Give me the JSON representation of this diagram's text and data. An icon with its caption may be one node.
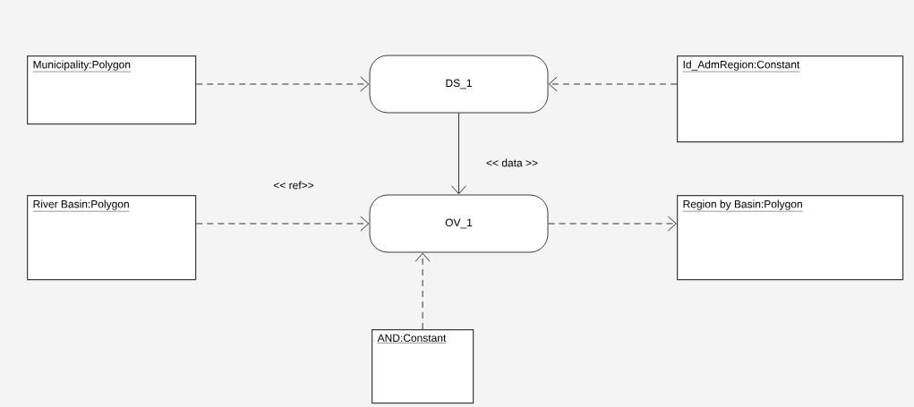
{
  "diagram": {
    "nodes": [
      {
        "text": [
          "Municipality:Polygon"
        ]
      },
      {
        "text": [
          "DS_1"
        ]
      },
      {
        "text": [
          "Id_AdmRegion:Constant"
        ]
      },
      {
        "text": [
          "River Basin:Polygon"
        ]
      },
      {
        "text": [
          "OV_1"
        ]
      },
      {
        "text": [
          "Region by Basin:Polygon"
        ]
      },
      {
        "text": [
          "AND:Constant"
        ]
      }
    ],
    "edges": [
      {
        "from": 0,
        "to": 1,
        "arrow": "to",
        "style": "dashed"
      },
      {
        "from": 2,
        "to": 1,
        "arrow": "to",
        "style": "dashed"
      },
      {
        "from": 1,
        "to": 4,
        "arrow": "to",
        "label": "<< data >>"
      },
      {
        "from": 3,
        "to": 4,
        "arrow": "to",
        "style": "dashed",
        "label": "<< ref>>"
      },
      {
        "from": 4,
        "to": 5,
        "arrow": "to",
        "style": "dashed"
      },
      {
        "from": 6,
        "to": 4,
        "arrow": "to",
        "style": "dashed"
      }
    ]
  }
}
